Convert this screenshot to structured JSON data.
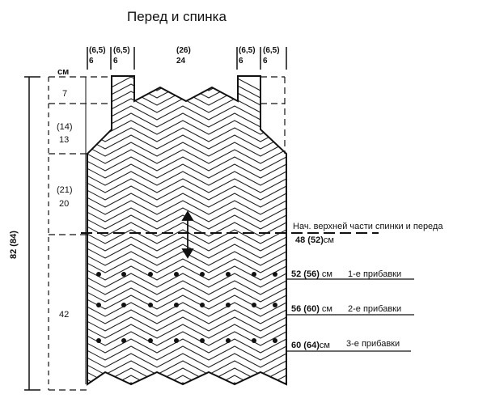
{
  "title": "Перед и спинка",
  "top_widths": [
    {
      "alt": "(6,5)",
      "val": "6"
    },
    {
      "alt": "(6,5)",
      "val": "6"
    },
    {
      "alt": "(26)",
      "val": "24"
    },
    {
      "alt": "(6,5)",
      "val": "6"
    },
    {
      "alt": "(6,5)",
      "val": "6"
    }
  ],
  "unit": "см",
  "heights": {
    "h1": "7",
    "h2_alt": "(14)",
    "h2": "13",
    "h3_alt": "(21)",
    "h3": "20",
    "h4": "42",
    "total": "82 (84)"
  },
  "annotations": {
    "upper_start_text": "Нач. верхней части спинки и переда",
    "upper_start_value": "48 (52)",
    "upper_start_unit": "см",
    "inc1_value": "52 (56)",
    "inc1_unit": "см",
    "inc1_label": "1-е прибавки",
    "inc2_value": "56 (60)",
    "inc2_unit": "см",
    "inc2_label": "2-е прибавки",
    "inc3_value": "60 (64)",
    "inc3_unit": "см",
    "inc3_label": "3-е прибавки"
  }
}
